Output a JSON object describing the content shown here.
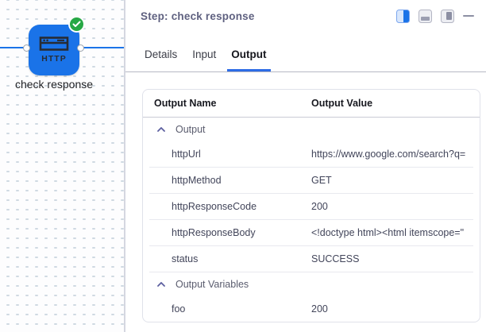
{
  "canvas": {
    "node": {
      "label": "check response",
      "type_label": "HTTP"
    }
  },
  "panel": {
    "title": "Step: check response",
    "toolbar": {
      "icons": [
        "layout-split-right-icon",
        "layout-bottom-panel-icon",
        "layout-modal-icon",
        "minimize-icon"
      ]
    },
    "tabs": [
      {
        "label": "Details",
        "active": false
      },
      {
        "label": "Input",
        "active": false
      },
      {
        "label": "Output",
        "active": true
      }
    ],
    "table": {
      "columns": [
        "Output Name",
        "Output Value"
      ],
      "groups": [
        {
          "label": "Output",
          "rows": [
            {
              "name": "httpUrl",
              "value": "https://www.google.com/search?q="
            },
            {
              "name": "httpMethod",
              "value": "GET"
            },
            {
              "name": "httpResponseCode",
              "value": "200"
            },
            {
              "name": "httpResponseBody",
              "value": "<!doctype html><html itemscope=\""
            },
            {
              "name": "status",
              "value": "SUCCESS"
            }
          ]
        },
        {
          "label": "Output Variables",
          "rows": [
            {
              "name": "foo",
              "value": "200"
            }
          ]
        }
      ]
    }
  },
  "colors": {
    "node_blue": "#1a73e8",
    "badge_green": "#27a845",
    "tab_underline": "#2d6ce5",
    "title_text": "#5f6180"
  }
}
